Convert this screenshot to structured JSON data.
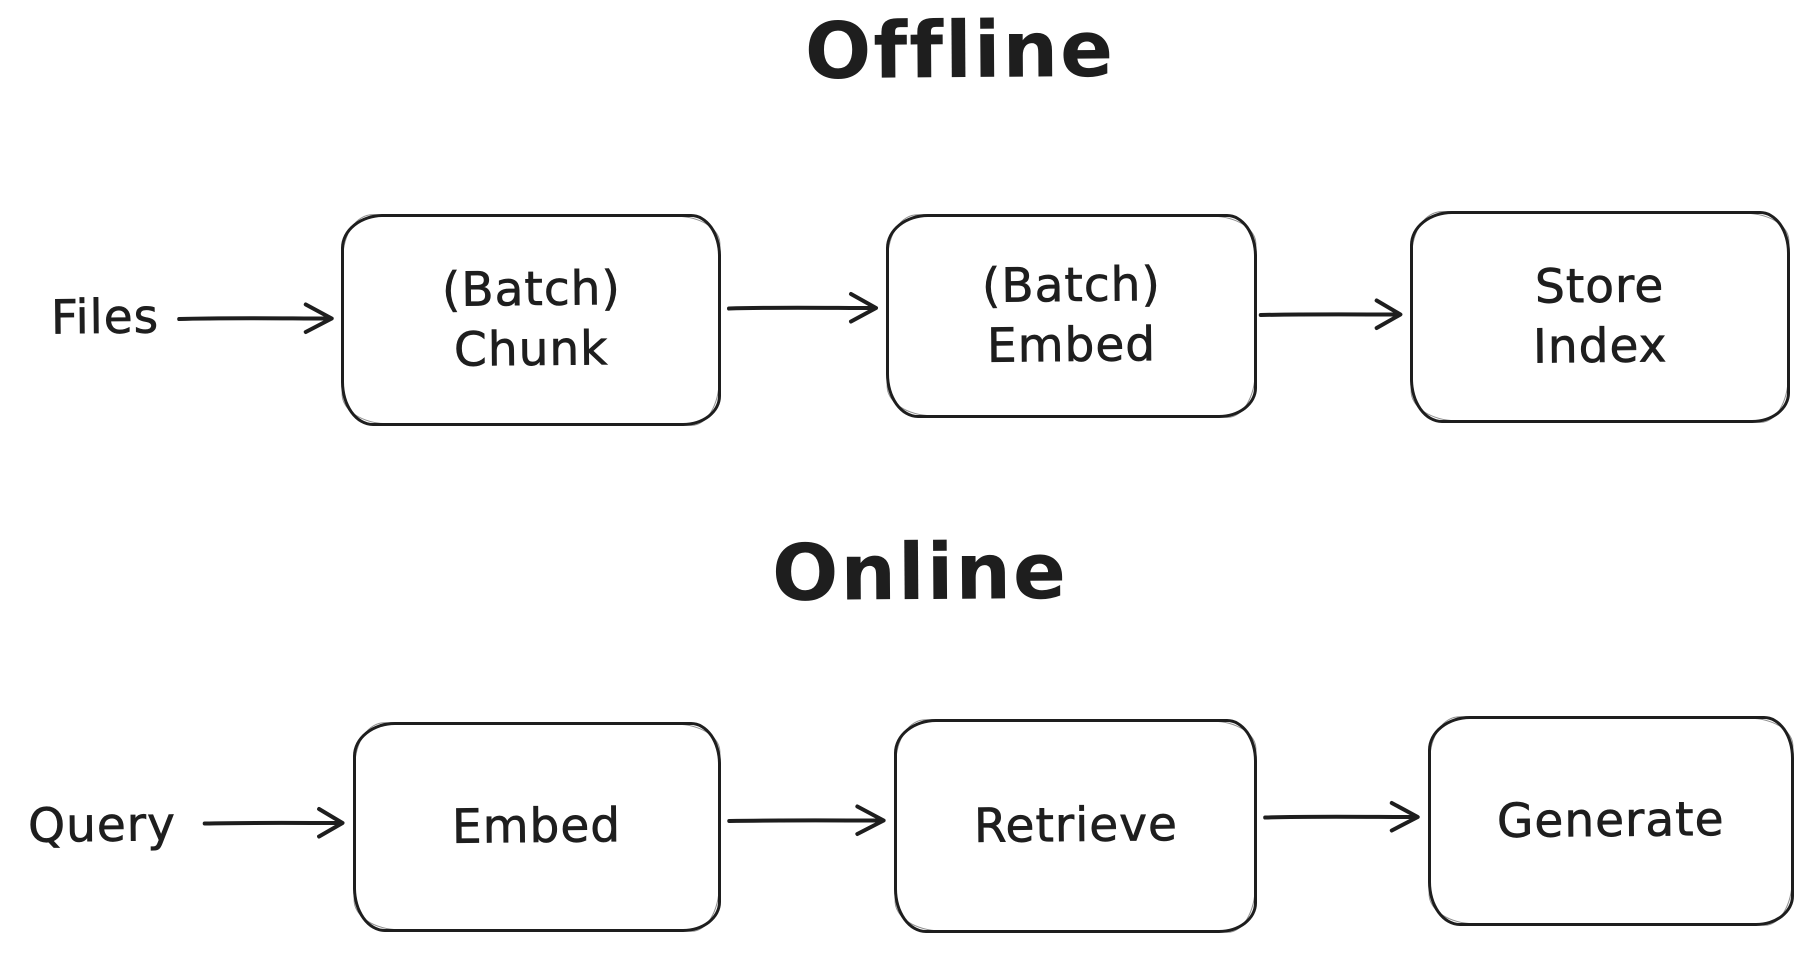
{
  "colors": {
    "stroke": "#1e1e1e",
    "background": "#ffffff"
  },
  "offline": {
    "title": "Offline",
    "source_label": "Files",
    "node1": {
      "line1": "(Batch)",
      "line2": "Chunk"
    },
    "node2": {
      "line1": "(Batch)",
      "line2": "Embed"
    },
    "node3": {
      "line1": "Store",
      "line2": "Index"
    }
  },
  "online": {
    "title": "Online",
    "source_label": "Query",
    "node1": {
      "label": "Embed"
    },
    "node2": {
      "label": "Retrieve"
    },
    "node3": {
      "label": "Generate"
    }
  },
  "connections": [
    {
      "from": "Files",
      "to": "(Batch) Chunk"
    },
    {
      "from": "(Batch) Chunk",
      "to": "(Batch) Embed"
    },
    {
      "from": "(Batch) Embed",
      "to": "Store Index"
    },
    {
      "from": "Query",
      "to": "Embed"
    },
    {
      "from": "Embed",
      "to": "Retrieve"
    },
    {
      "from": "Retrieve",
      "to": "Generate"
    }
  ],
  "icons": {
    "arrow": "right-arrow-open-v"
  }
}
